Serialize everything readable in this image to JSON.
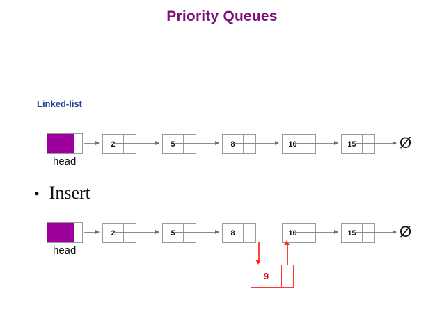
{
  "slide": {
    "title": "Priority Queues",
    "background_color": "#ffffff",
    "title_color": "#7B0F7B"
  },
  "section": {
    "heading": "Linked-list",
    "heading_color": "#1F3F94"
  },
  "bullet": {
    "marker": "•",
    "text": "Insert"
  },
  "diagram": {
    "null_symbol": "Ø",
    "head_label": "head",
    "head_fill_color": "#9C009C",
    "node_border_color": "#9a9a9a",
    "arrow_color": "#8c8c8c",
    "insert_color": "#FF2A18"
  },
  "list_before": {
    "caption": "head",
    "nodes": [
      {
        "value": "2"
      },
      {
        "value": "5"
      },
      {
        "value": "8"
      },
      {
        "value": "10"
      },
      {
        "value": "15"
      }
    ],
    "terminator": "Ø"
  },
  "list_after": {
    "caption": "head",
    "nodes": [
      {
        "value": "2"
      },
      {
        "value": "5"
      },
      {
        "value": "8"
      },
      {
        "value": "10"
      },
      {
        "value": "15"
      }
    ],
    "terminator": "Ø",
    "inserted_node": {
      "value": "9"
    }
  }
}
